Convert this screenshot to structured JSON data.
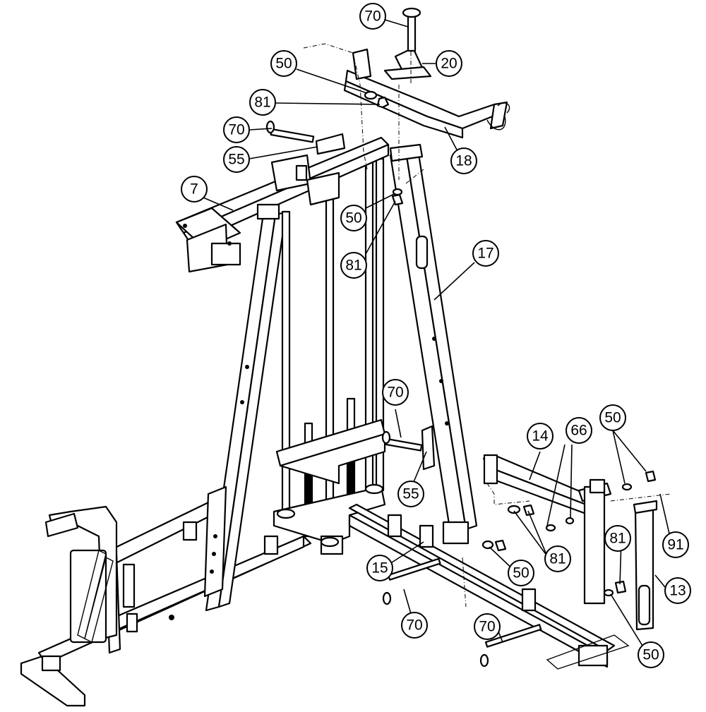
{
  "diagram": {
    "callouts": [
      {
        "id": "c70a",
        "label": "70"
      },
      {
        "id": "c20",
        "label": "20"
      },
      {
        "id": "c50a",
        "label": "50"
      },
      {
        "id": "c81a",
        "label": "81"
      },
      {
        "id": "c70b",
        "label": "70"
      },
      {
        "id": "c55a",
        "label": "55"
      },
      {
        "id": "c18",
        "label": "18"
      },
      {
        "id": "c7",
        "label": "7"
      },
      {
        "id": "c50b",
        "label": "50"
      },
      {
        "id": "c81b",
        "label": "81"
      },
      {
        "id": "c17",
        "label": "17"
      },
      {
        "id": "c70c",
        "label": "70"
      },
      {
        "id": "c14",
        "label": "14"
      },
      {
        "id": "c66",
        "label": "66"
      },
      {
        "id": "c50c",
        "label": "50"
      },
      {
        "id": "c55b",
        "label": "55"
      },
      {
        "id": "c81c",
        "label": "81"
      },
      {
        "id": "c91",
        "label": "91"
      },
      {
        "id": "c15",
        "label": "15"
      },
      {
        "id": "c50d",
        "label": "50"
      },
      {
        "id": "c81d",
        "label": "81"
      },
      {
        "id": "c13",
        "label": "13"
      },
      {
        "id": "c70d",
        "label": "70"
      },
      {
        "id": "c70e",
        "label": "70"
      },
      {
        "id": "c50e",
        "label": "50"
      }
    ]
  }
}
